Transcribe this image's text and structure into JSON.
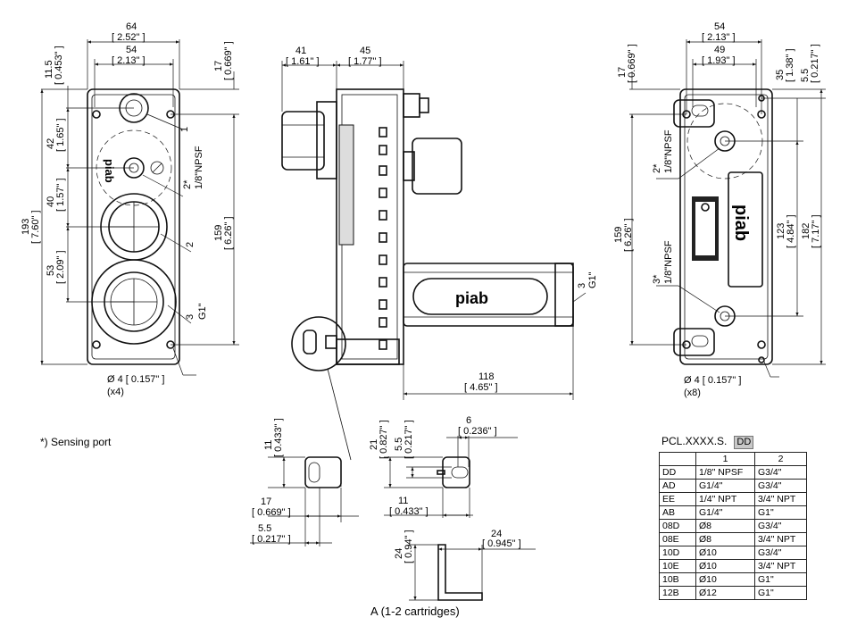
{
  "front_view": {
    "width_outer": "64",
    "width_outer_in": "[ 2.52\" ]",
    "width_inner": "54",
    "width_inner_in": "[ 2.13\" ]",
    "top_offset": "11.5",
    "top_offset_in": "[ 0.453\" ]",
    "right_offset": "17",
    "right_offset_in": "[ 0.669\" ]",
    "port1_dist": "42",
    "port1_dist_in": "[ 1.65\" ]",
    "port2_dist": "40",
    "port2_dist_in": "[ 1.57\" ]",
    "port3_dist": "53",
    "port3_dist_in": "[ 2.09\" ]",
    "height_total": "193",
    "height_total_in": "[ 7.60\" ]",
    "height_holes": "159",
    "height_holes_in": "[ 6.26\" ]",
    "callout_1": "1",
    "callout_2star": "2*",
    "callout_2star_size": "1/8\"NPSF",
    "callout_2": "2",
    "callout_3": "3",
    "callout_3_size": "G1\"",
    "hole": "Ø 4 [ 0.157\" ]",
    "hole_count": "(x4)"
  },
  "side_view": {
    "depth_a": "41",
    "depth_a_in": "[ 1.61\" ]",
    "depth_b": "45",
    "depth_b_in": "[ 1.77\" ]",
    "callout_3": "3",
    "callout_3_size": "G1\"",
    "length": "118",
    "length_in": "[ 4.65\" ]",
    "brand": "piab"
  },
  "rear_view": {
    "width_outer": "54",
    "width_outer_in": "[ 2.13\" ]",
    "width_inner": "49",
    "width_inner_in": "[ 1.93\" ]",
    "left_offset": "17",
    "left_offset_in": "[ 0.669\" ]",
    "top_a": "35",
    "top_a_in": "[ 1.38\" ]",
    "top_b": "5.5",
    "top_b_in": "[ 0.217\" ]",
    "callout_2star": "2*",
    "callout_2star_size": "1/8\"NPSF",
    "callout_3star": "3*",
    "callout_3star_size": "1/8\"NPSF",
    "height_holes": "159",
    "height_holes_in": "[ 6.26\" ]",
    "height_inner": "123",
    "height_inner_in": "[ 4.84\" ]",
    "height_total": "182",
    "height_total_in": "[ 7.17\" ]",
    "hole": "Ø 4 [ 0.157\" ]",
    "hole_count": "(x8)",
    "brand": "piab"
  },
  "detail_bracket": {
    "h11": "11",
    "h11_in": "[ 0.433\" ]",
    "w17": "17",
    "w17_in": "[ 0.669\" ]",
    "w55": "5.5",
    "w55_in": "[ 0.217\" ]",
    "h21": "21",
    "h21_in": "[ 0.827\" ]",
    "h55": "5.5",
    "h55_in": "[ 0.217\" ]",
    "w6": "6",
    "w6_in": "[ 0.236\" ]",
    "w11": "11",
    "w11_in": "[ 0.433\" ]",
    "h24": "24",
    "h24_in": "[ 0.94\" ]",
    "w24": "24",
    "w24_in": "[ 0.945\" ]"
  },
  "note": "*) Sensing port",
  "caption": "A (1-2 cartridges)",
  "variant_table": {
    "title": "PCL.XXXX.S.",
    "title_code": "DD",
    "headers": [
      "",
      "1",
      "2"
    ],
    "rows": [
      [
        "DD",
        "1/8\" NPSF",
        "G3/4\""
      ],
      [
        "AD",
        "G1/4\"",
        "G3/4\""
      ],
      [
        "EE",
        "1/4\" NPT",
        "3/4\" NPT"
      ],
      [
        "AB",
        "G1/4\"",
        "G1\""
      ],
      [
        "08D",
        "Ø8",
        "G3/4\""
      ],
      [
        "08E",
        "Ø8",
        "3/4\" NPT"
      ],
      [
        "10D",
        "Ø10",
        "G3/4\""
      ],
      [
        "10E",
        "Ø10",
        "3/4\" NPT"
      ],
      [
        "10B",
        "Ø10",
        "G1\""
      ],
      [
        "12B",
        "Ø12",
        "G1\""
      ]
    ]
  }
}
